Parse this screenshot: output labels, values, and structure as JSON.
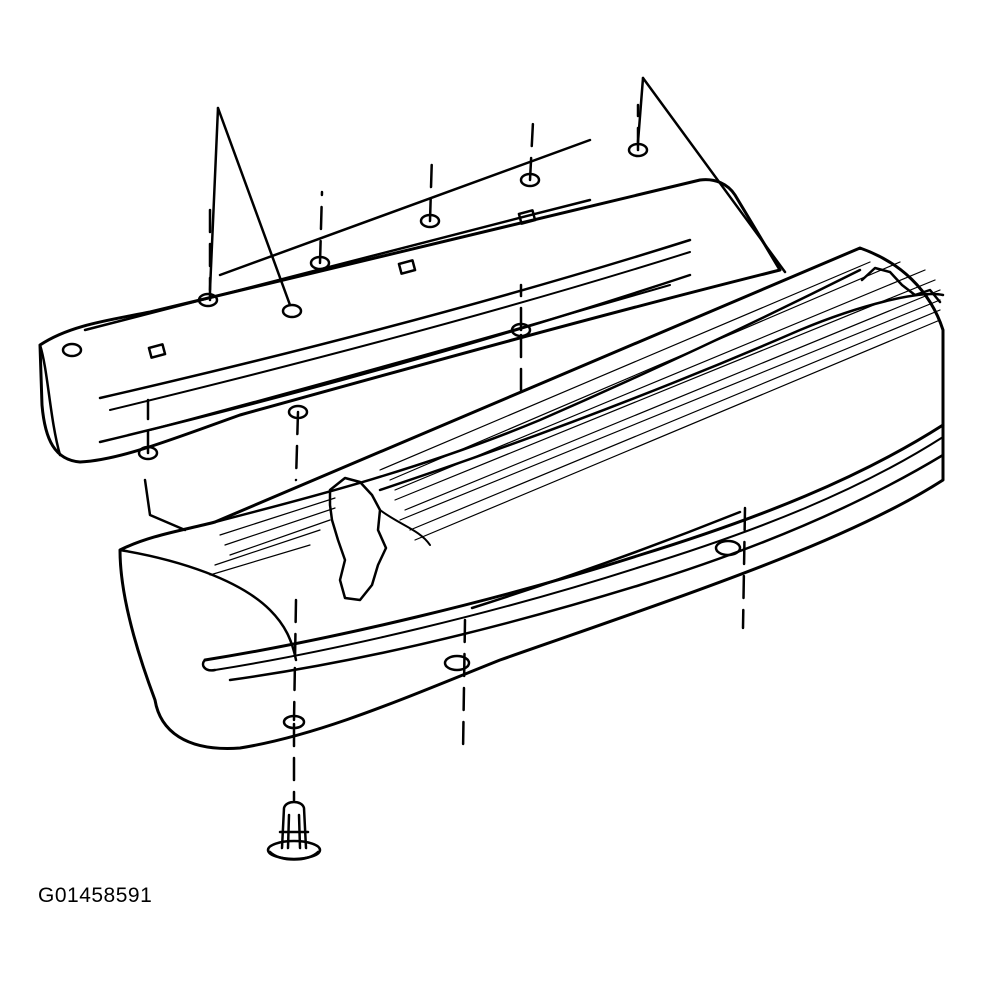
{
  "figure": {
    "id_label": "G01458591"
  },
  "colors": {
    "ink": "#000000",
    "paper": "#ffffff"
  },
  "parts": {
    "upper": "bumper-fascia-cover",
    "lower": "bumper-fascia",
    "fastener": "push-pin-retainer"
  }
}
